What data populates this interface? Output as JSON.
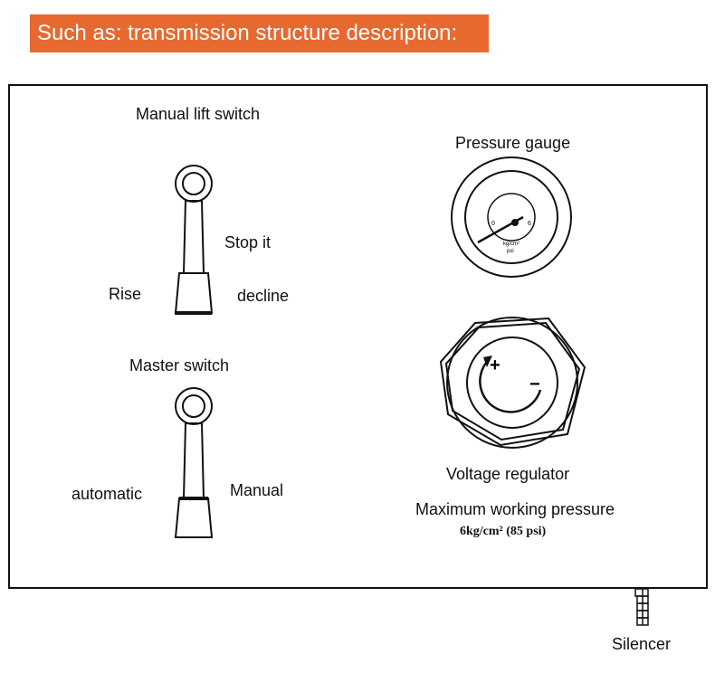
{
  "header": {
    "title": "Such as: transmission structure description:"
  },
  "labels": {
    "manual_lift_switch": "Manual lift switch",
    "stop_it": "Stop it",
    "rise": "Rise",
    "decline": "decline",
    "master_switch": "Master switch",
    "automatic": "automatic",
    "manual": "Manual",
    "pressure_gauge": "Pressure gauge",
    "voltage_regulator": "Voltage regulator",
    "max_pressure_title": "Maximum working pressure",
    "max_pressure_value": "6kg/cm²  (85 psi)",
    "silencer": "Silencer"
  },
  "gauge": {
    "scale_min": "0",
    "scale_max": "6",
    "unit_line1": "kg/cm²",
    "unit_line2": "psi"
  },
  "regulator": {
    "plus": "+",
    "minus": "−"
  },
  "colors": {
    "banner": "#e8692f",
    "line": "#111111"
  }
}
